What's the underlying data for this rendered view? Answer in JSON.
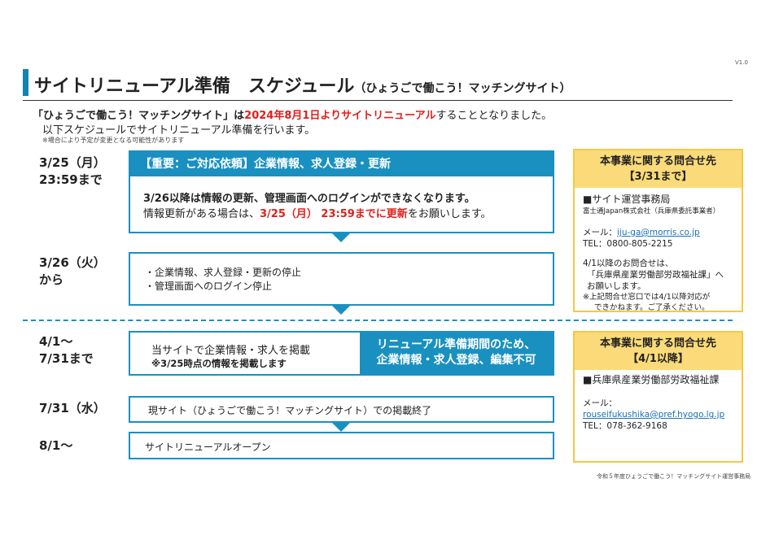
{
  "header": {
    "version": "V1.0",
    "title_main": "サイトリニューアル準備　スケジュール",
    "title_sub": "（ひょうごで働こう！マッチングサイト）"
  },
  "intro": {
    "line1_part1": "「ひょうごで働こう！マッチングサイト」",
    "line1_part2": "は",
    "line1_highlight": "2024年8月1日よりサイトリニューアル",
    "line1_part3": "することとなりました。",
    "line2": "以下スケジュールでサイトリニューアル準備を行います。",
    "note": "※場合により予定が変更となる可能性があります"
  },
  "schedule": {
    "s1": {
      "date1": "3/25（月）",
      "date2": "23:59まで",
      "header": "【重要：ご対応依頼】企業情報、求人登録・更新",
      "line1": "3/26以降は情報の更新、管理画面へのログインができなくなります。",
      "line2_a": "情報更新がある場合は、",
      "line2_red": "3/25（月） 23:59までに更新",
      "line2_b": "をお願いします。"
    },
    "s2": {
      "date1": "3/26（火）",
      "date2": "から",
      "item1": "・企業情報、求人登録・更新の停止",
      "item2": "・管理画面へのログイン停止"
    },
    "s3": {
      "date1": "4/1～",
      "date2": "7/31まで",
      "line1": "当サイトで企業情報・求人を掲載",
      "line2": "※3/25時点の情報を掲載します",
      "blue_line1": "リニューアル準備期間のため、",
      "blue_line2": "企業情報・求人登録、編集不可"
    },
    "s4": {
      "date": "7/31（水）",
      "text": "現サイト（ひょうごで働こう！マッチングサイト）での掲載終了"
    },
    "s5": {
      "date": "8/1～",
      "text": "サイトリニューアルオープン"
    }
  },
  "contact1": {
    "head1": "本事業に関する問合せ先",
    "head2": "【3/31まで】",
    "org": "■サイト運営事務局",
    "company": "富士通Japan株式会社（兵庫県委託事業者）",
    "mail_label": "メール：",
    "mail": "iju-ga@morris.co.jp",
    "tel": "TEL：0800-805-2215",
    "after1": "4/1以降のお問合せは、",
    "after2": "「兵庫県産業労働部労政福祉課」へ",
    "after3": "お願いします。",
    "after4": "※上記問合せ窓口では4/1以降対応が",
    "after5": "できかねます。ご了承ください。"
  },
  "contact2": {
    "head1": "本事業に関する問合せ先",
    "head2": "【4/1以降】",
    "org": "■兵庫県産業労働部労政福祉課",
    "mail_label": "メール：",
    "mail": "rouseifukushika@pref.hyogo.lg.jp",
    "tel": "TEL：078-362-9168"
  },
  "footer": "令和５年度ひょうごで働こう！マッチングサイト運営事務局",
  "colors": {
    "accent": "#1a90c0",
    "highlight": "#e0201b",
    "contact_header": "#fbdb79",
    "contact_border": "#f4c844"
  }
}
